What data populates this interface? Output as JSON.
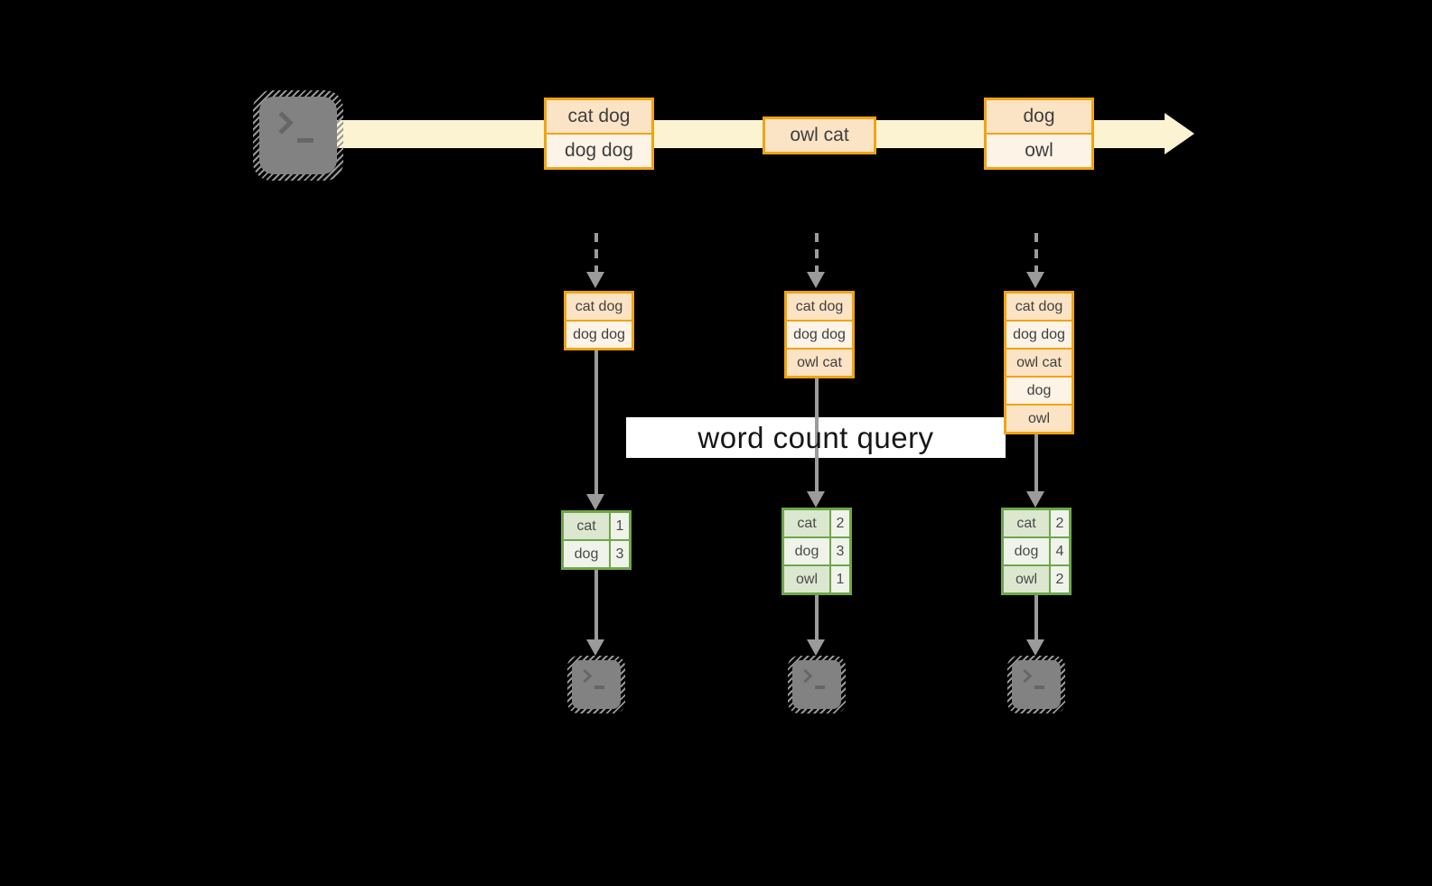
{
  "query_label": "word count query",
  "colors": {
    "background": "#000000",
    "stream_band": "#fcf3d2",
    "orange_border": "#f0a412",
    "peach_dark": "#fbe3c5",
    "peach_light": "#fdf3e6",
    "green_border": "#6fa64a",
    "green_cell_dark": "#dce7d0",
    "green_cell_light": "#eff3ea",
    "connector_gray": "#9b9b9b",
    "terminal_gray": "#828282"
  },
  "stream_messages": [
    {
      "lines": [
        "cat dog",
        "dog dog"
      ]
    },
    {
      "lines": [
        "owl cat"
      ]
    },
    {
      "lines": [
        "dog",
        "owl"
      ]
    }
  ],
  "workers": [
    {
      "buffer": [
        "cat dog",
        "dog dog"
      ],
      "counts": [
        {
          "word": "cat",
          "count": 1
        },
        {
          "word": "dog",
          "count": 3
        }
      ]
    },
    {
      "buffer": [
        "cat dog",
        "dog dog",
        "owl cat"
      ],
      "counts": [
        {
          "word": "cat",
          "count": 2
        },
        {
          "word": "dog",
          "count": 3
        },
        {
          "word": "owl",
          "count": 1
        }
      ]
    },
    {
      "buffer": [
        "cat dog",
        "dog dog",
        "owl cat",
        "dog",
        "owl"
      ],
      "counts": [
        {
          "word": "cat",
          "count": 2
        },
        {
          "word": "dog",
          "count": 4
        },
        {
          "word": "owl",
          "count": 2
        }
      ]
    }
  ]
}
